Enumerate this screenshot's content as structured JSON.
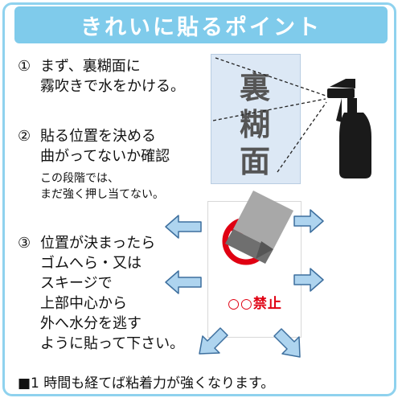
{
  "title": "きれいに貼るポイント",
  "steps": [
    {
      "num": "①",
      "line1": "まず、裏糊面に",
      "line2": "霧吹きで水をかける。"
    },
    {
      "num": "②",
      "line1": "貼る位置を決める",
      "line2": "曲がってないか確認",
      "note1": "この段階では、",
      "note2": "まだ強く押し当てない。"
    },
    {
      "num": "③",
      "line1": "位置が決まったら",
      "line2": "ゴムへら・又は",
      "line3": "スキージで",
      "line4": "上部中心から",
      "line5": "外へ水分を逃す",
      "line6": "ように貼って下さい。"
    }
  ],
  "card_back": {
    "label": "裏糊面"
  },
  "card_front": {
    "label": "○○禁止"
  },
  "footer": "■1 時間も経てば粘着力が強くなります。",
  "colors": {
    "accent": "#7fcbeb",
    "arrow": "#aed4ef",
    "prohibit": "#e00012"
  },
  "icons": [
    "spray-bottle-icon",
    "squeegee-icon",
    "prohibition-icon",
    "arrow-icon"
  ]
}
